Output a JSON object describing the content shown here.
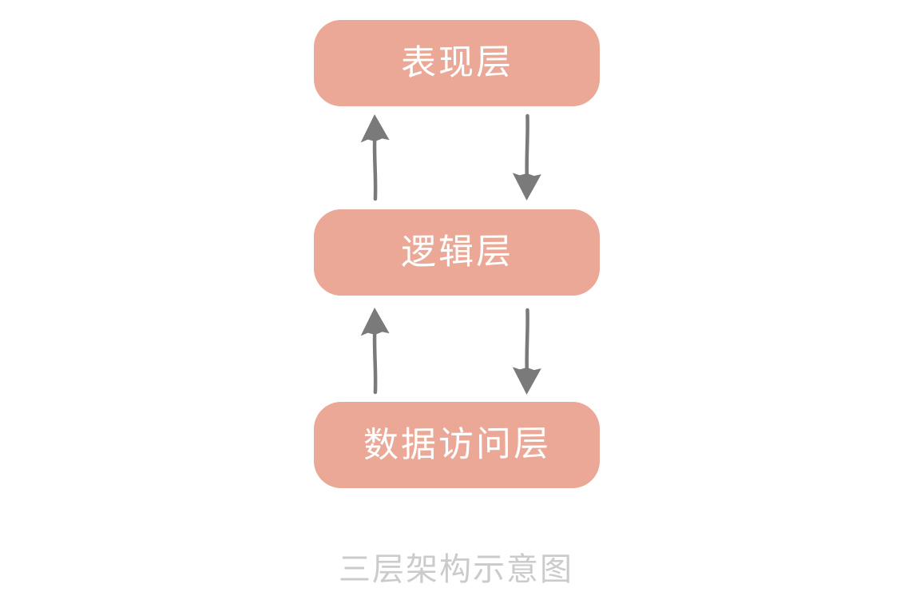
{
  "diagram": {
    "title": "三层架构示意图",
    "layers": [
      {
        "id": "presentation",
        "label": "表现层"
      },
      {
        "id": "logic",
        "label": "逻辑层"
      },
      {
        "id": "data-access",
        "label": "数据访问层"
      }
    ],
    "arrows": [
      {
        "between": "logic-to-presentation",
        "direction": "up"
      },
      {
        "between": "presentation-to-logic",
        "direction": "down"
      },
      {
        "between": "data-access-to-logic",
        "direction": "up"
      },
      {
        "between": "logic-to-data-access",
        "direction": "down"
      }
    ],
    "colors": {
      "background": "#ffffff",
      "box_fill": "#EBA896",
      "box_text": "#ffffff",
      "arrow": "#7A7A7A",
      "caption_text": "#CBCBCB"
    }
  }
}
